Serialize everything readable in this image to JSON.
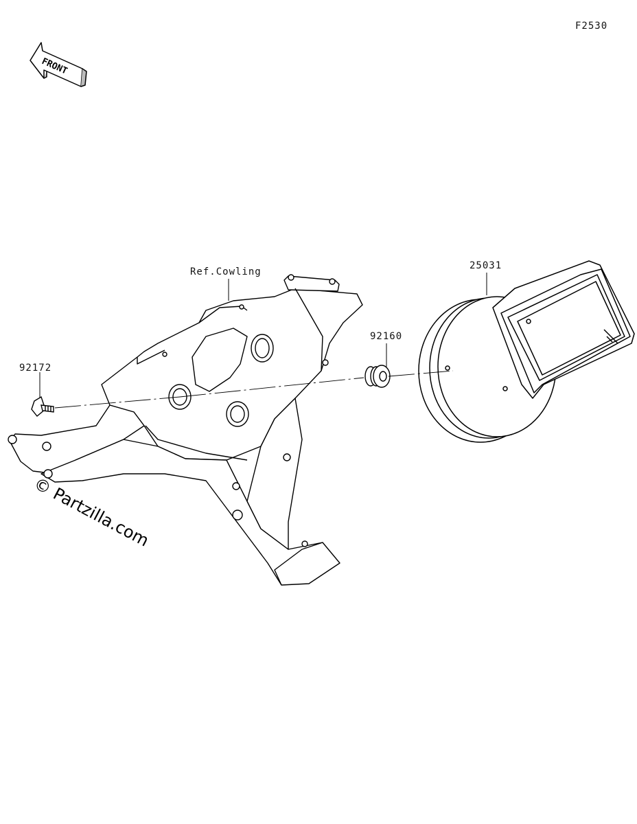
{
  "figure_code": "F2530",
  "front_arrow_text": "FRONT",
  "parts": {
    "cowling_ref": "Ref.Cowling",
    "meter": "25031",
    "grommet": "92160",
    "bolt": "92172"
  },
  "watermark": "© Partzilla.com"
}
